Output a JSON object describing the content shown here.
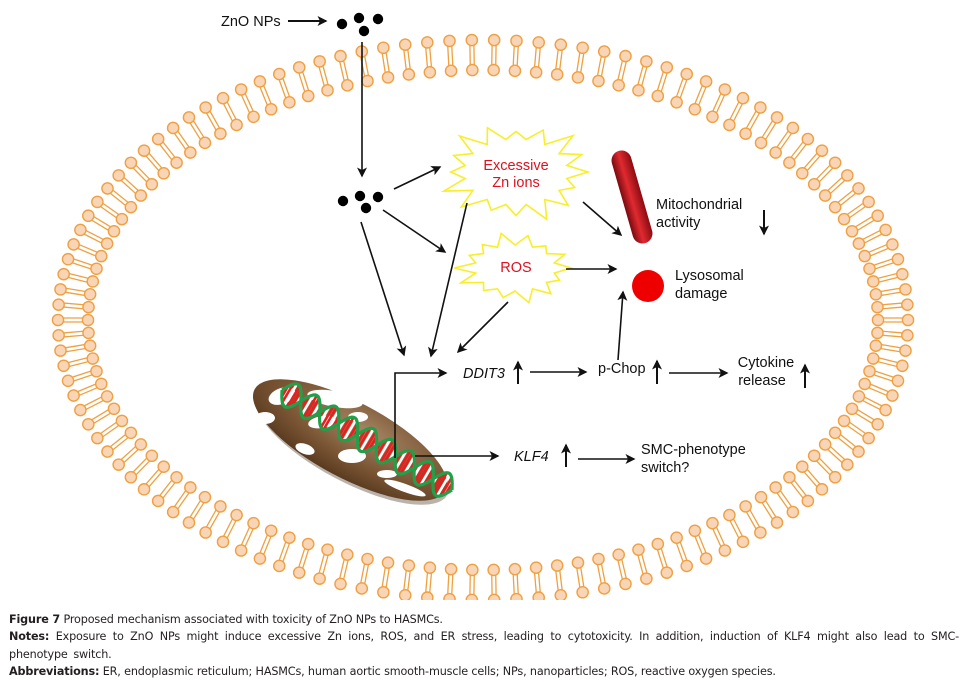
{
  "diagram": {
    "title": "Proposed mechanism associated with toxicity of ZnO NPs to HASMCs",
    "colors": {
      "membrane_stroke": "#f0a040",
      "membrane_fill": "#f9d5b8",
      "stress_label": "#e0101e",
      "burst_stroke": "#f7ef2a",
      "mitochondrion": "#c0121c",
      "lysosome": "#ee0000",
      "nucleus": "#6b4a2a",
      "dna_backbone": "#21a04a",
      "dna_bases": "#e81f1f",
      "arrow": "#111111"
    },
    "labels": {
      "zno_nps": "ZnO NPs",
      "excessive_zn_line1": "Excessive",
      "excessive_zn_line2": "Zn ions",
      "ros": "ROS",
      "mito_line1": "Mitochondrial",
      "mito_line2": "activity",
      "lyso_line1": "Lysosomal",
      "lyso_line2": "damage",
      "ddit3": "DDIT3",
      "pchop": "p-Chop",
      "cytokine_line1": "Cytokine",
      "cytokine_line2": "release",
      "klf4": "KLF4",
      "smc_line1": "SMC-phenotype",
      "smc_line2": "switch?"
    },
    "regulation": {
      "mitochondrial_activity": "down",
      "ddit3": "up",
      "pchop": "up",
      "cytokine_release": "up",
      "klf4": "up"
    },
    "nodes": [
      "ZnO NPs (extracellular)",
      "ZnO NPs (intracellular)",
      "Excessive Zn ions",
      "ROS",
      "Mitochondrion",
      "Lysosome",
      "Nucleus/DNA",
      "DDIT3",
      "p-Chop",
      "Cytokine release",
      "KLF4",
      "SMC-phenotype switch?"
    ],
    "edges": [
      [
        "ZnO NPs (extracellular)",
        "ZnO NPs (intracellular)"
      ],
      [
        "ZnO NPs (intracellular)",
        "Excessive Zn ions"
      ],
      [
        "ZnO NPs (intracellular)",
        "ROS"
      ],
      [
        "ZnO NPs (intracellular)",
        "DDIT3"
      ],
      [
        "Excessive Zn ions",
        "DDIT3"
      ],
      [
        "ROS",
        "DDIT3"
      ],
      [
        "Excessive Zn ions",
        "Mitochondrion"
      ],
      [
        "ROS",
        "Mitochondrion"
      ],
      [
        "p-Chop",
        "Lysosome"
      ],
      [
        "Nucleus/DNA",
        "DDIT3"
      ],
      [
        "DDIT3",
        "p-Chop"
      ],
      [
        "p-Chop",
        "Cytokine release"
      ],
      [
        "Nucleus/DNA",
        "KLF4"
      ],
      [
        "KLF4",
        "SMC-phenotype switch?"
      ]
    ]
  },
  "caption": {
    "figure_label": "Figure 7",
    "figure_text": "Proposed mechanism associated with toxicity of ZnO NPs to HASMCs.",
    "notes_label": "Notes:",
    "notes_text": "Exposure to ZnO NPs might induce excessive Zn ions, ROS, and ER stress, leading to cytotoxicity. In addition, induction of KLF4 might also lead to SMC-phenotype switch.",
    "abbr_label": "Abbreviations:",
    "abbr_text": "ER, endoplasmic reticulum; HASMCs, human aortic smooth-muscle cells; NPs, nanoparticles; ROS, reactive oxygen species."
  }
}
